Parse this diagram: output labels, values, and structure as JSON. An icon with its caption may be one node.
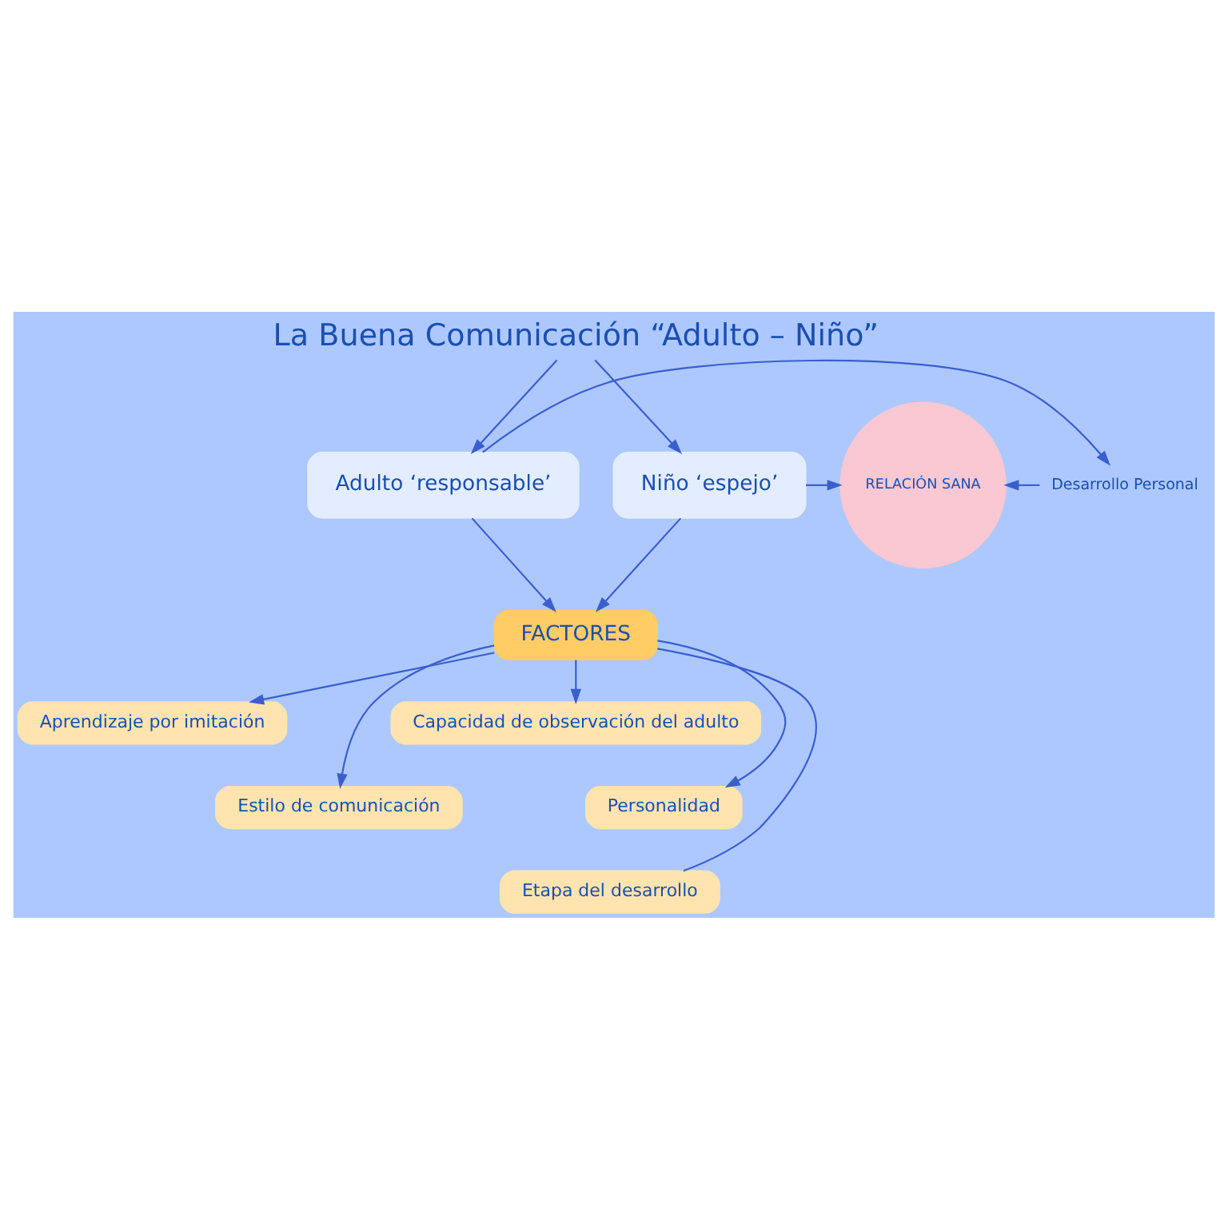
{
  "diagram": {
    "nodes": [
      {
        "text": [
          "La Buena Comunicación “Adulto – Niño”"
        ]
      },
      {
        "text": [
          "Adulto ‘responsable’"
        ]
      },
      {
        "text": [
          "Desarrollo Personal"
        ]
      },
      {
        "text": [
          "RELACIÓN SANA"
        ]
      },
      {
        "text": [
          "Niño ‘espejo’"
        ]
      },
      {
        "text": [
          "FACTORES"
        ]
      },
      {
        "text": [
          "Aprendizaje por imitación"
        ]
      },
      {
        "text": [
          "Capacidad de observación del adulto"
        ]
      },
      {
        "text": [
          "Estilo de comunicación"
        ]
      },
      {
        "text": [
          "Personalidad"
        ]
      },
      {
        "text": [
          "Etapa del desarrollo"
        ]
      }
    ],
    "edges": [
      {
        "from": 0,
        "to": 1,
        "arrow": "to"
      },
      {
        "from": 0,
        "to": 4,
        "arrow": "to"
      },
      {
        "from": 1,
        "to": 2,
        "arrow": "to"
      },
      {
        "from": 2,
        "to": 3,
        "arrow": "to"
      },
      {
        "from": 4,
        "to": 3,
        "arrow": "to"
      },
      {
        "from": 1,
        "to": 5,
        "arrow": "to"
      },
      {
        "from": 4,
        "to": 5,
        "arrow": "to"
      },
      {
        "from": 5,
        "to": 6,
        "arrow": "to"
      },
      {
        "from": 5,
        "to": 7,
        "arrow": "to"
      },
      {
        "from": 5,
        "to": 8,
        "arrow": "to"
      },
      {
        "from": 5,
        "to": 9,
        "arrow": "to"
      },
      {
        "from": 5,
        "to": 10,
        "arrow": "none"
      }
    ]
  }
}
